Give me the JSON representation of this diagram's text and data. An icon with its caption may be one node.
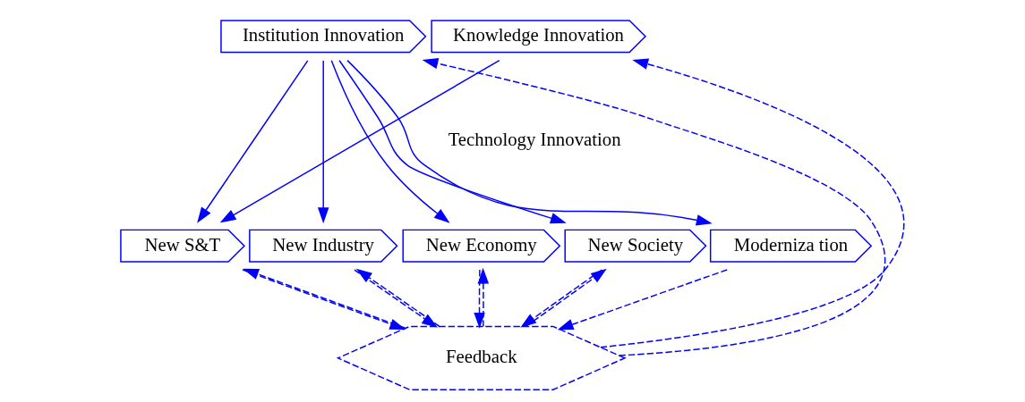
{
  "diagram": {
    "nodes": [
      {
        "text": [
          "Institution Innovation"
        ]
      },
      {
        "text": [
          "Knowledge Innovation"
        ]
      },
      {
        "text": [
          "New S&T"
        ]
      },
      {
        "text": [
          "New Industry"
        ]
      },
      {
        "text": [
          "New Economy"
        ]
      },
      {
        "text": [
          "New Society"
        ]
      },
      {
        "text": [
          "Moderniza tion"
        ]
      },
      {
        "text": [
          "Feedback"
        ]
      }
    ],
    "edges": [
      {
        "from": 1,
        "to": 2,
        "arrow": "to"
      },
      {
        "from": 0,
        "to": 2,
        "arrow": "to"
      },
      {
        "from": 0,
        "to": 3,
        "arrow": "to"
      },
      {
        "from": 0,
        "to": 4,
        "arrow": "to"
      },
      {
        "from": 0,
        "to": 5,
        "arrow": "to"
      },
      {
        "from": 0,
        "to": 6,
        "arrow": "to"
      },
      {
        "from": 2,
        "to": 7,
        "arrow": "to",
        "style": "dashed"
      },
      {
        "from": 7,
        "to": 2,
        "arrow": "to",
        "style": "dashed"
      },
      {
        "from": 7,
        "to": 3,
        "arrow": "to",
        "style": "dashed"
      },
      {
        "from": 3,
        "to": 7,
        "arrow": "to",
        "style": "dashed"
      },
      {
        "from": 7,
        "to": 4,
        "arrow": "to",
        "style": "dashed"
      },
      {
        "from": 4,
        "to": 7,
        "arrow": "to",
        "style": "dashed"
      },
      {
        "from": 7,
        "to": 5,
        "arrow": "to",
        "style": "dashed"
      },
      {
        "from": 5,
        "to": 7,
        "arrow": "to",
        "style": "dashed"
      },
      {
        "from": 6,
        "to": 7,
        "arrow": "to",
        "style": "dashed"
      },
      {
        "from": 7,
        "to": 0,
        "arrow": "to",
        "style": "dashed"
      },
      {
        "from": 7,
        "to": 1,
        "arrow": "to",
        "style": "dashed"
      }
    ],
    "labels": [
      "Technology Innovation"
    ]
  }
}
